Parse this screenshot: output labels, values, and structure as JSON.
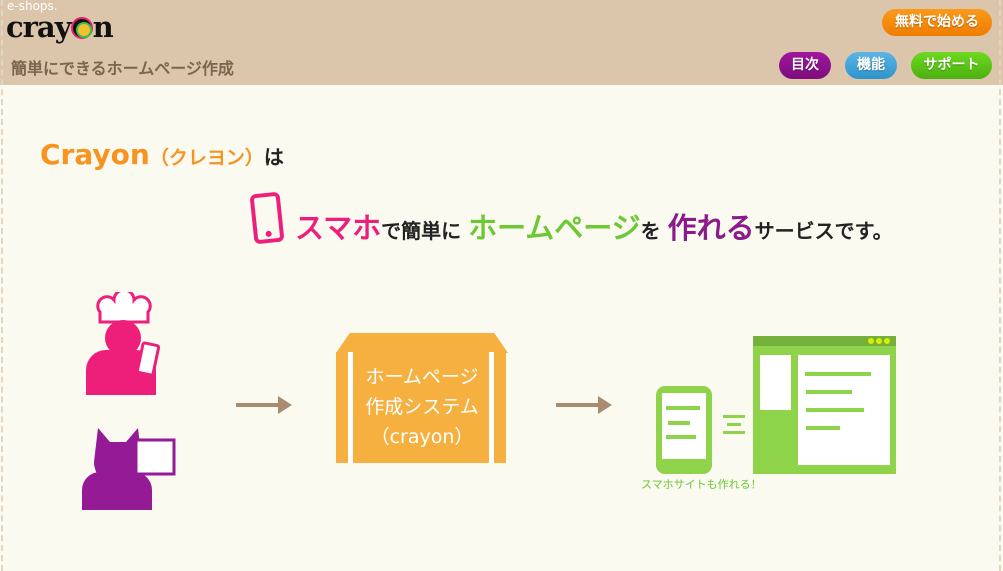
{
  "header": {
    "logo_small": "e-shops.",
    "logo": "crayon",
    "subtitle": "簡単にできるホームページ作成",
    "buttons": {
      "start": "無料で始める",
      "toc": "目次",
      "features": "機能",
      "support": "サポート"
    }
  },
  "colors": {
    "orange": "#f7931e",
    "pink": "#ee1e7b",
    "green": "#6cc834",
    "purple": "#8b1a8b"
  },
  "hero": {
    "title": "Crayon",
    "title_kana": "（クレヨン）",
    "title_suffix": "は",
    "tag": {
      "p1": "スマホ",
      "p2": "で簡単に",
      "p3": "ホームページ",
      "p4": "を",
      "p5": "作れる",
      "p6": "サービスです。"
    }
  },
  "diagram": {
    "box_line1": "ホームページ",
    "box_line2": "作成システム",
    "box_line3": "（crayon）",
    "caption": "スマホサイトも作れる！"
  }
}
